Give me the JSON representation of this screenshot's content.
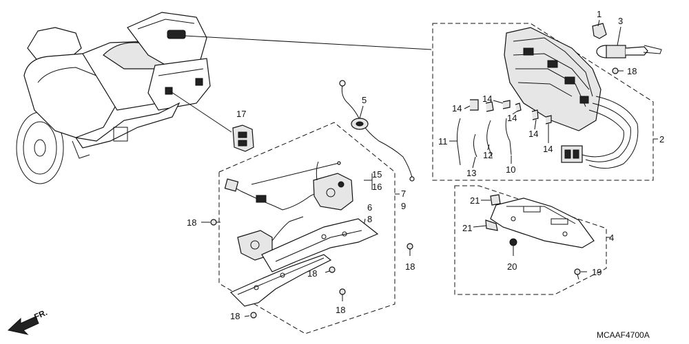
{
  "diagram": {
    "code": "MCAAF4700A",
    "direction_label": "FR.",
    "callouts": {
      "c1": "1",
      "c2": "2",
      "c3": "3",
      "c4": "4",
      "c5": "5",
      "c6": "6",
      "c7": "7",
      "c8": "8",
      "c9": "9",
      "c10": "10",
      "c11": "11",
      "c12": "12",
      "c13": "13",
      "c14a": "14",
      "c14b": "14",
      "c14c": "14",
      "c14d": "14",
      "c14e": "14",
      "c15": "15",
      "c16": "16",
      "c17": "17",
      "c18a": "18",
      "c18b": "18",
      "c18c": "18",
      "c18d": "18",
      "c18e": "18",
      "c18f": "18",
      "c19": "19",
      "c20": "20",
      "c21a": "21",
      "c21b": "21"
    }
  }
}
